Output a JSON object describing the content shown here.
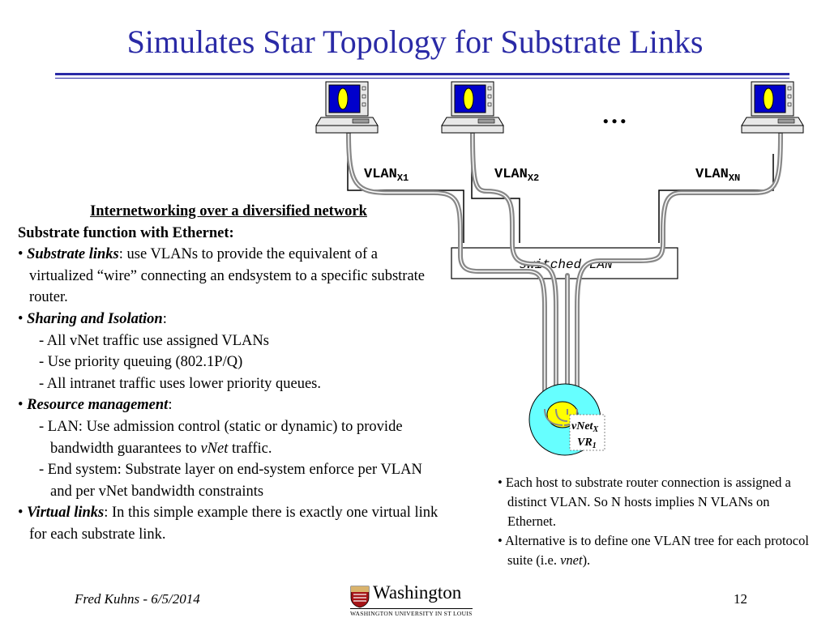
{
  "slide": {
    "title": "Simulates Star Topology for Substrate Links",
    "page_number": "12",
    "footer_author": "Fred Kuhns - 6/5/2014"
  },
  "logo": {
    "name": "Washington",
    "subtitle": "WASHINGTON UNIVERSITY IN ST LOUIS"
  },
  "diagram": {
    "ellipsis": "…",
    "vlan_base": "VLAN",
    "vlans": [
      "X1",
      "X2",
      "XN"
    ],
    "switch_label": "switched LAN",
    "router_label_1": "vNet",
    "router_label_1_sub": "X",
    "router_label_2": "VR",
    "router_label_2_sub": "1",
    "colors": {
      "title": "#2a2aa6",
      "monitor": "#0000cc",
      "screen_oval": "#ffff00",
      "router_outer": "#66ffff",
      "router_inner": "#ffff00",
      "link": "#888888"
    }
  },
  "body": {
    "heading": "Internetworking over a diversified network",
    "intro": "Substrate function with Ethernet:",
    "items": [
      {
        "term": "Substrate links",
        "text": ": use VLANs to provide the equivalent of a virtualized “wire” connecting an endsystem to a specific substrate router."
      },
      {
        "term": "Sharing and Isolation",
        "text": ":"
      },
      {
        "term": "Resource management",
        "text": ":"
      },
      {
        "term": "Virtual links",
        "text": ": In this simple example there is exactly one virtual link for each substrate link."
      }
    ],
    "sharing_subs": [
      "- All vNet traffic use assigned VLANs",
      "- Use priority queuing (802.1P/Q)",
      "- All intranet traffic uses lower priority queues."
    ],
    "resource_sub1_pre": "- LAN: Use admission control (static or dynamic) to provide bandwidth guarantees to ",
    "resource_sub1_em": "vNet",
    "resource_sub1_post": " traffic.",
    "resource_sub2": "- End system: Substrate layer on end-system enforce per VLAN and per vNet bandwidth constraints"
  },
  "notes": {
    "note1": "Each host to substrate router connection is assigned a distinct VLAN. So N hosts implies N VLANs on Ethernet.",
    "note2_pre": "Alternative is to define one VLAN tree for each protocol suite (i.e. ",
    "note2_em": "vnet",
    "note2_post": ")."
  }
}
